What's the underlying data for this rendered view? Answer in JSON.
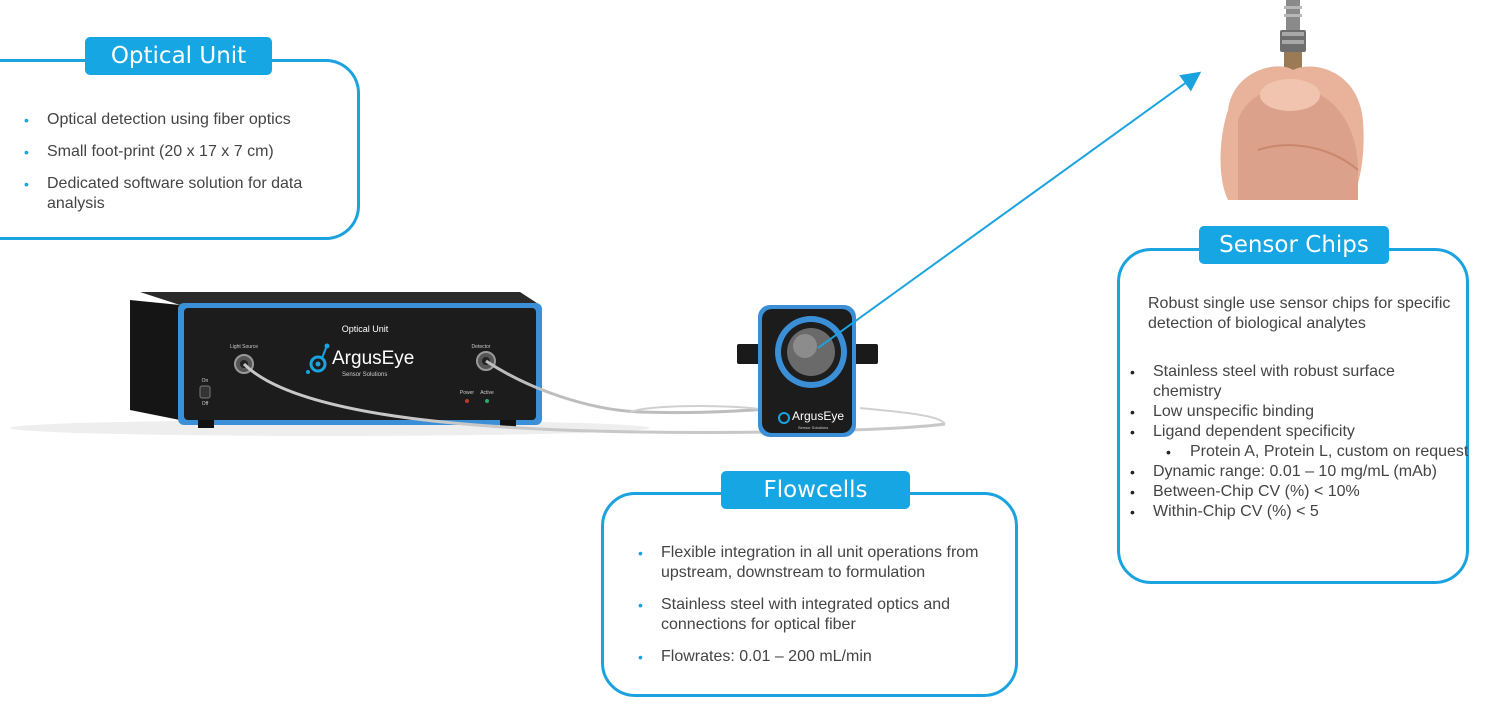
{
  "optical_unit": {
    "title": "Optical Unit",
    "bullets": [
      "Optical detection using fiber optics",
      "Small foot-print (20 x 17 x 7 cm)",
      "Dedicated software solution for data analysis"
    ]
  },
  "flowcells": {
    "title": "Flowcells",
    "bullets": [
      "Flexible integration in all unit operations from upstream, downstream to formulation",
      "Stainless steel with integrated optics and connections for optical fiber",
      "Flowrates: 0.01 – 200 mL/min"
    ]
  },
  "sensor_chips": {
    "title": "Sensor Chips",
    "intro": "Robust single use sensor chips for specific detection of biological analytes",
    "bullets": [
      "Stainless steel with robust surface chemistry",
      "Low unspecific binding",
      "Ligand dependent specificity",
      "Dynamic range: 0.01 – 10 mg/mL (mAb)",
      "Between-Chip CV (%) < 10%",
      "Within-Chip CV (%) < 5"
    ],
    "sub_bullet": "Protein A, Protein L, custom on request"
  },
  "device": {
    "panel_title": "Optical Unit",
    "brand": "ArgusEye",
    "brand_sub": "Sensor Solutions",
    "light_source_label": "Light Source",
    "detector_label": "Detector",
    "on_label": "On",
    "off_label": "Off",
    "power_label": "Power",
    "active_label": "Active"
  },
  "flowcell_device": {
    "brand": "ArgusEye",
    "brand_sub": "Sensor Solutions"
  },
  "colors": {
    "accent": "#1ba3e0",
    "pill": "#16a6e3",
    "device_body": "#1c1c1c"
  }
}
